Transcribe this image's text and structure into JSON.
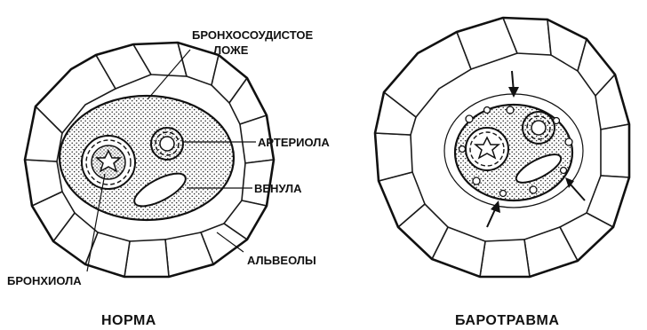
{
  "labels": {
    "bed": [
      "БРОНХОСОУДИСТОЕ",
      "ЛОЖЕ"
    ],
    "arteriole": "АРТЕРИОЛА",
    "venule": "ВЕНУЛА",
    "alveoli": "АЛЬВЕОЛЫ",
    "bronchiole": "БРОНХИОЛА"
  },
  "captions": {
    "left": "НОРМА",
    "right": "БАРОТРАВМА"
  },
  "colors": {
    "ink": "#111111",
    "background": "#ffffff"
  }
}
